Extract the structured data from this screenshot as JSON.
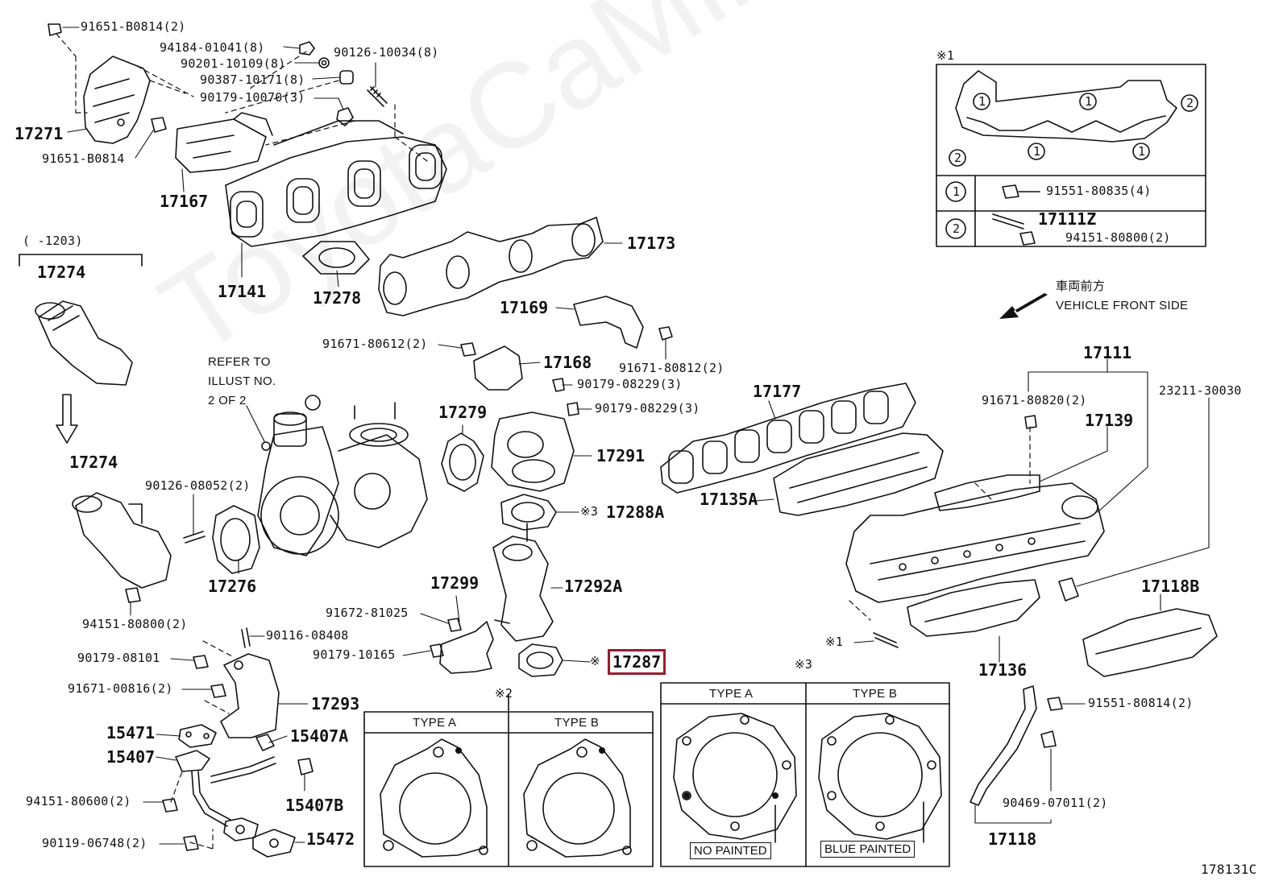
{
  "watermark": "ToyotaCaMinerals",
  "diagram_id": "178131C",
  "parts": {
    "p17271": "17271",
    "p91651_top": "91651-B0814(2)",
    "p91651_bot": "91651-B0814",
    "p94184": "94184-01041(8)",
    "p90201": "90201-10109(8)",
    "p90126_10034": "90126-10034(8)",
    "p90387": "90387-10171(8)",
    "p90179_10070": "90179-10070(3)",
    "p17167": "17167",
    "p17141": "17141",
    "p17278": "17278",
    "p17173": "17173",
    "p17169": "17169",
    "p91671_80612": "91671-80612(2)",
    "p91671_80812": "91671-80812(2)",
    "p17168": "17168",
    "p90179_08229a": "90179-08229(3)",
    "p90179_08229b": "90179-08229(3)",
    "p17279": "17279",
    "p17291": "17291",
    "p17288A": "17288A",
    "p17292A": "17292A",
    "p17299": "17299",
    "p91672": "91672-81025",
    "p90179_10165": "90179-10165",
    "p17287": "17287",
    "p17274a": "17274",
    "p17274b": "17274",
    "p1203": "(      -1203)",
    "p90126_08052": "90126-08052(2)",
    "p17276": "17276",
    "p94151_80800": "94151-80800(2)",
    "p90116": "90116-08408",
    "p90179_08101": "90179-08101",
    "p91671_00816": "91671-00816(2)",
    "p17293": "17293",
    "p15471": "15471",
    "p15407A": "15407A",
    "p15407": "15407",
    "p94151_80600": "94151-80600(2)",
    "p15407B": "15407B",
    "p90119": "90119-06748(2)",
    "p15472": "15472",
    "p17177": "17177",
    "p17135A": "17135A",
    "p17111": "17111",
    "p91671_80820": "91671-80820(2)",
    "p17139": "17139",
    "p23211": "23211-30030",
    "p17118B": "17118B",
    "p17136": "17136",
    "p91551_80814": "91551-80814(2)",
    "p90469": "90469-07011(2)",
    "p17118": "17118",
    "ref1": "※1",
    "ref2": "※2",
    "ref3": "※3",
    "ref1b": "※1",
    "ref3b": "※3",
    "ref_17287": "※",
    "refer_l1": "REFER TO",
    "refer_l2": "ILLUST NO.",
    "refer_l3": "2 OF 2",
    "front_jp": "車両前方",
    "front_en": "VEHICLE FRONT SIDE"
  },
  "inset1": {
    "marker": "※1",
    "row1_num": "1",
    "row1_part": "91551-80835(4)",
    "row2_num": "2",
    "row2_part_a": "17111Z",
    "row2_part_b": "94151-80800(2)",
    "callout1": "1",
    "callout2": "2"
  },
  "gasket2": {
    "marker": "※2",
    "type_a": "TYPE A",
    "type_b": "TYPE B"
  },
  "gasket3": {
    "marker": "※3",
    "type_a": "TYPE A",
    "type_b": "TYPE B",
    "note_a": "NO PAINTED",
    "note_b": "BLUE PAINTED"
  }
}
